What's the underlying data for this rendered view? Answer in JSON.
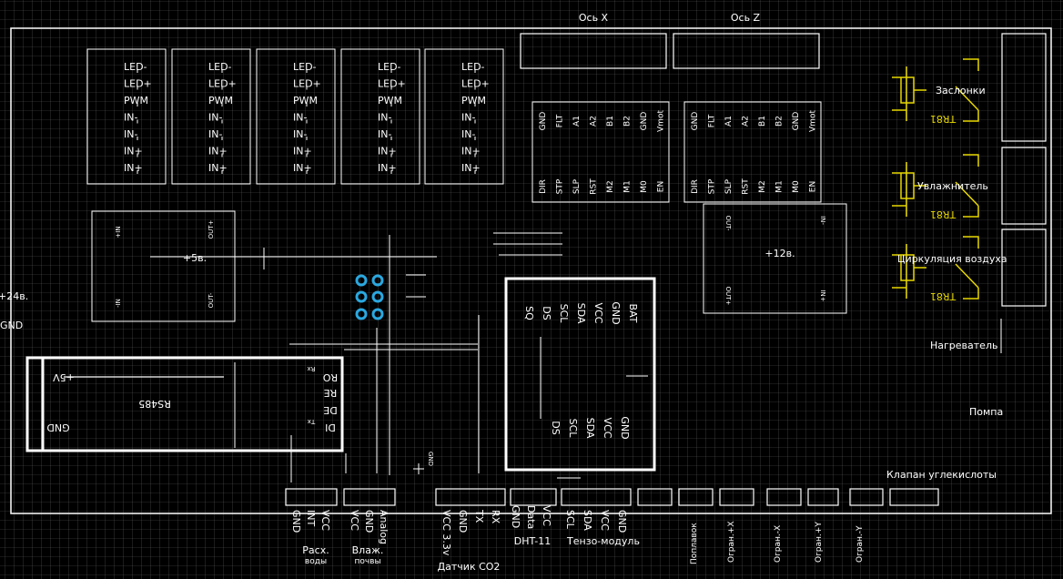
{
  "title_axes": {
    "x": "Ось X",
    "z": "Ось Z"
  },
  "led_driver_pins": [
    "LED-",
    "LED+",
    "PWM",
    "IN-",
    "IN-",
    "IN+",
    "IN+"
  ],
  "stepper_top_pins": [
    "GND",
    "FLT",
    "A1",
    "A2",
    "B1",
    "B2",
    "GND",
    "Vmot"
  ],
  "stepper_bottom_pins": [
    "DIR",
    "STP",
    "SLP",
    "RST",
    "M2",
    "M1",
    "M0",
    "EN"
  ],
  "dcdc5": {
    "in_plus": "+IN",
    "in_minus": "-IN",
    "out_plus": "OUT+",
    "out_minus": "OUT-",
    "label": "+5в."
  },
  "dcdc12": {
    "in_plus": "IN+",
    "in_minus": "IN-",
    "out_plus": "OUT+",
    "out_minus": "OUT-",
    "label": "+12в."
  },
  "power": {
    "v24": "+24в.",
    "gnd": "GND"
  },
  "rs485": {
    "name": "RS485",
    "vcc": "+5V",
    "gnd": "GND",
    "ro": "RO",
    "re": "RE",
    "de": "DE",
    "di": "DI",
    "rx": "Rx",
    "tx": "Tx"
  },
  "rtc_top_pins": [
    "BAT",
    "GND",
    "VCC",
    "SDA",
    "SCL",
    "DS",
    "SQ"
  ],
  "rtc_bottom_pins": [
    "GND",
    "VCC",
    "SDA",
    "SCL",
    "DS"
  ],
  "relays": [
    {
      "label": "Заслонки",
      "part": "TR81"
    },
    {
      "label": "Увлажнитель",
      "part": "TR81"
    },
    {
      "label": "Циркуляция воздуха",
      "part": "TR81"
    }
  ],
  "right_labels": {
    "heater": "Нагреватель",
    "pump": "Помпа",
    "co2_valve": "Клапан углекислоты"
  },
  "small_gnd": "GND",
  "connectors": {
    "flow_pins": [
      "GND",
      "INT",
      "VCC"
    ],
    "flow_name": [
      "Расх.",
      "воды"
    ],
    "soil_pins": [
      "VCC",
      "GND",
      "Analog"
    ],
    "soil_name": [
      "Влаж.",
      "почвы"
    ],
    "co2_pins": [
      "VCC 3.3v",
      "GND",
      "TX",
      "RX"
    ],
    "co2_name": "Датчик CO2",
    "dht_pins": [
      "GND",
      "Data",
      "VCC"
    ],
    "dht_name": "DHT-11",
    "tenzo_pins": [
      "SCL",
      "SDA",
      "VCC",
      "GND"
    ],
    "tenzo_name": "Тензо-модуль",
    "float": "Поплавок",
    "limits": [
      "Огран.+X",
      "Огран.-X",
      "Огран.+Y",
      "Огран.-Y"
    ]
  }
}
